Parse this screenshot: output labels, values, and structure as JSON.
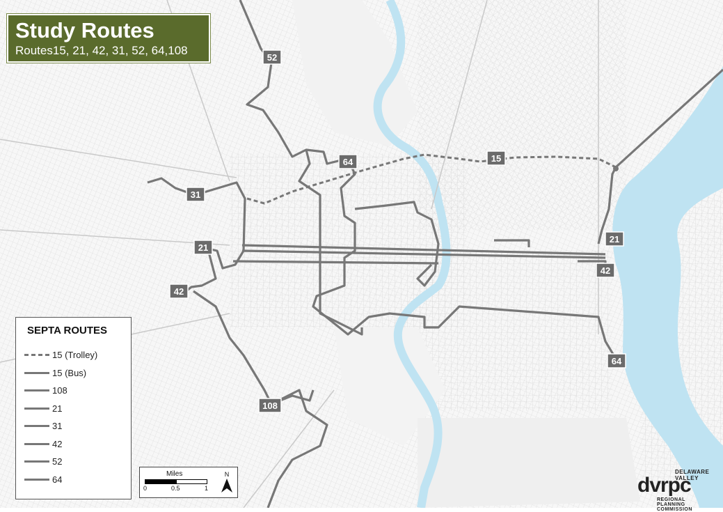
{
  "title": {
    "main": "Study Routes",
    "sub": "Routes15, 21, 42, 31, 52, 64,108"
  },
  "legend": {
    "title": "SEPTA ROUTES",
    "items": [
      {
        "label": "15 (Trolley)",
        "style": "dashed"
      },
      {
        "label": "15 (Bus)",
        "style": "solid"
      },
      {
        "label": "108",
        "style": "solid"
      },
      {
        "label": "21",
        "style": "solid"
      },
      {
        "label": "31",
        "style": "solid"
      },
      {
        "label": "42",
        "style": "solid"
      },
      {
        "label": "52",
        "style": "solid"
      },
      {
        "label": "64",
        "style": "solid"
      }
    ]
  },
  "scale": {
    "label": "Miles",
    "ticks": [
      "0",
      "0.5",
      "1"
    ]
  },
  "north_label": "N",
  "route_labels": {
    "r52": "52",
    "r64a": "64",
    "r15": "15",
    "r31": "31",
    "r21a": "21",
    "r42a": "42",
    "r21b": "21",
    "r42b": "42",
    "r64b": "64",
    "r108": "108"
  },
  "logo": {
    "top": "DELAWARE VALLEY",
    "mark": "dvrpc",
    "bottom1": "REGIONAL",
    "bottom2": "PLANNING COMMISSION"
  },
  "colors": {
    "title_bg": "#5a6b2c",
    "water": "#bfe3f2",
    "route": "#777777",
    "shield": "#6b6b6b"
  }
}
